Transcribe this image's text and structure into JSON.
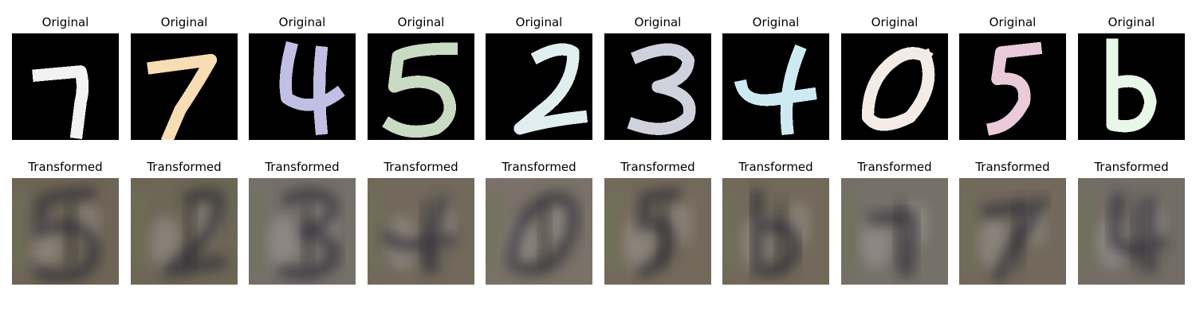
{
  "original_title": "Original",
  "transformed_title": "Transformed",
  "digits": [
    {
      "digit": "7",
      "color": "#f2f2f2"
    },
    {
      "digit": "7",
      "color": "#f8dcb4"
    },
    {
      "digit": "4",
      "color": "#c2bfe4"
    },
    {
      "digit": "5",
      "color": "#c9dbc3"
    },
    {
      "digit": "2",
      "color": "#e0eef0"
    },
    {
      "digit": "3",
      "color": "#cfd1dc"
    },
    {
      "digit": "4",
      "color": "#cdeaf2"
    },
    {
      "digit": "0",
      "color": "#f2ebe6"
    },
    {
      "digit": "5",
      "color": "#e8cad9"
    },
    {
      "digit": "6",
      "color": "#e9f7e8"
    }
  ],
  "transformed_bg": [
    "#6f6556",
    "#6e6656",
    "#76706a",
    "#72695c",
    "#7a7268",
    "#746a5c",
    "#72695a",
    "#757068",
    "#72695c",
    "#736d66"
  ],
  "transformed_ink": "#2b2a35",
  "transformed_light": "#b9b3b3"
}
